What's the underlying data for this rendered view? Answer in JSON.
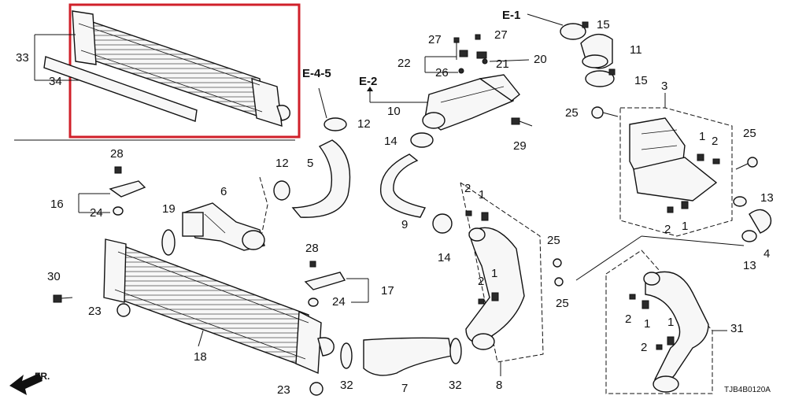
{
  "diagram": {
    "code": "TJB4B0120A",
    "direction_marker": "FR.",
    "references": [
      "E-1",
      "E-2",
      "E-4-5"
    ],
    "highlight_color": "#d0202a",
    "callouts": {
      "c1": "1",
      "c2": "2",
      "c3": "3",
      "c4": "4",
      "c5": "5",
      "c6": "6",
      "c7": "7",
      "c8": "8",
      "c9": "9",
      "c10": "10",
      "c11": "11",
      "c12": "12",
      "c13": "13",
      "c14": "14",
      "c15": "15",
      "c16": "16",
      "c17": "17",
      "c18": "18",
      "c19": "19",
      "c20": "20",
      "c21": "21",
      "c22": "22",
      "c23": "23",
      "c24": "24",
      "c25": "25",
      "c26": "26",
      "c27": "27",
      "c28": "28",
      "c29": "29",
      "c30": "30",
      "c31": "31",
      "c32": "32",
      "c33": "33",
      "c34": "34"
    }
  }
}
